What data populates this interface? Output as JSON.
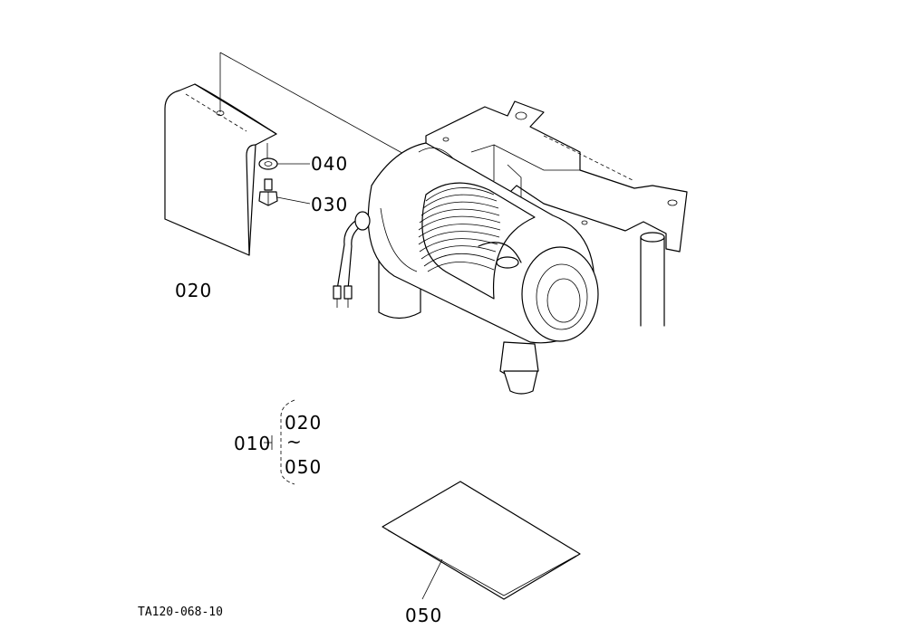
{
  "labels": {
    "p020": "020",
    "p030": "030",
    "p040": "040",
    "p050": "050",
    "p010": "010",
    "range_start": "020",
    "range_tilde": "~",
    "range_end": "050"
  },
  "drawing_code": "TA120-068-10"
}
